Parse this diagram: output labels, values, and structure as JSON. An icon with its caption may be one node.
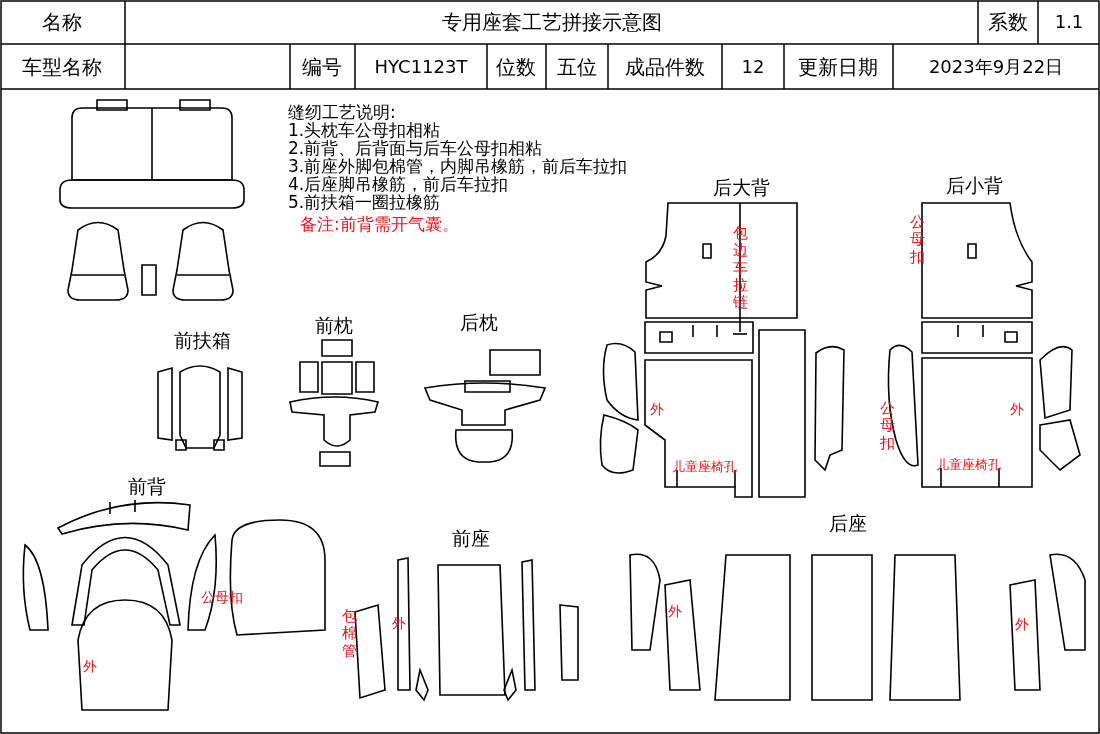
{
  "diagram": {
    "title": "专用座套工艺拼接示意图",
    "labels": [
      "名称",
      "系数",
      "1.1",
      "车型名称",
      "编号",
      "HYC1123T",
      "位数",
      "五位",
      "成品件数",
      "12",
      "更新日期",
      "2023年9月22日",
      "缝纫工艺说明:",
      "1.头枕车公母扣相粘",
      "2.前背、后背面与后车公母扣相粘",
      "3.前座外脚包棉管，内脚吊橡筋，前后车拉扣",
      "4.后座脚吊橡筋，前后车拉扣",
      "5.前扶箱一圈拉橡筋",
      "备注:前背需开气囊。",
      "后大背",
      "后小背",
      "前扶箱",
      "前枕",
      "后枕",
      "前背",
      "前座",
      "后座",
      "包边车拉链",
      "公母扣",
      "外",
      "公母扣",
      "外",
      "儿童座椅孔",
      "儿童座椅孔",
      "公母扣",
      "外",
      "包棉管",
      "外",
      "外",
      "外"
    ]
  }
}
